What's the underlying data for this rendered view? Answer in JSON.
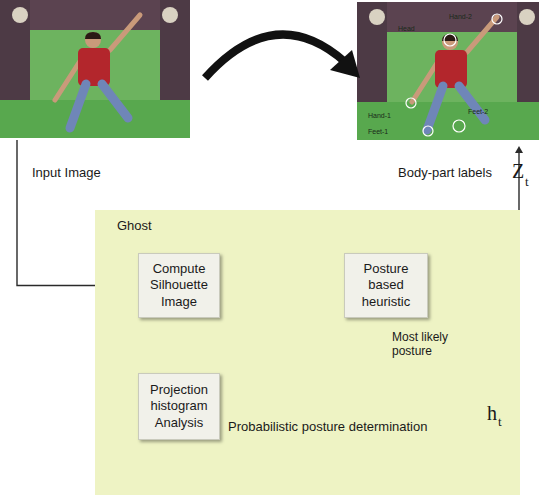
{
  "diagram": {
    "nodes": [
      {
        "text": [
          "Ghost"
        ]
      },
      {
        "text": [
          "Compute Silhouette Image"
        ],
        "in": 0
      },
      {
        "text": [
          "Posture based heuristic"
        ],
        "in": 0
      },
      {
        "text": [
          "Projection histogram Analysis"
        ],
        "in": 0
      }
    ],
    "edges": [
      {
        "from": 1,
        "to": 2,
        "arrow": "to"
      },
      {
        "from": 1,
        "to": 3,
        "arrow": "to"
      },
      {
        "from": 3,
        "to": 2,
        "arrow": "to",
        "label": "Most likely posture"
      }
    ],
    "labels": [
      "Head",
      "Hand-2",
      "Hand-1",
      "Feet-2",
      "Feet-1",
      "Input Image",
      "Body-part labels",
      "Z",
      "t",
      "Probabilistic posture determination",
      "h",
      "t"
    ]
  }
}
